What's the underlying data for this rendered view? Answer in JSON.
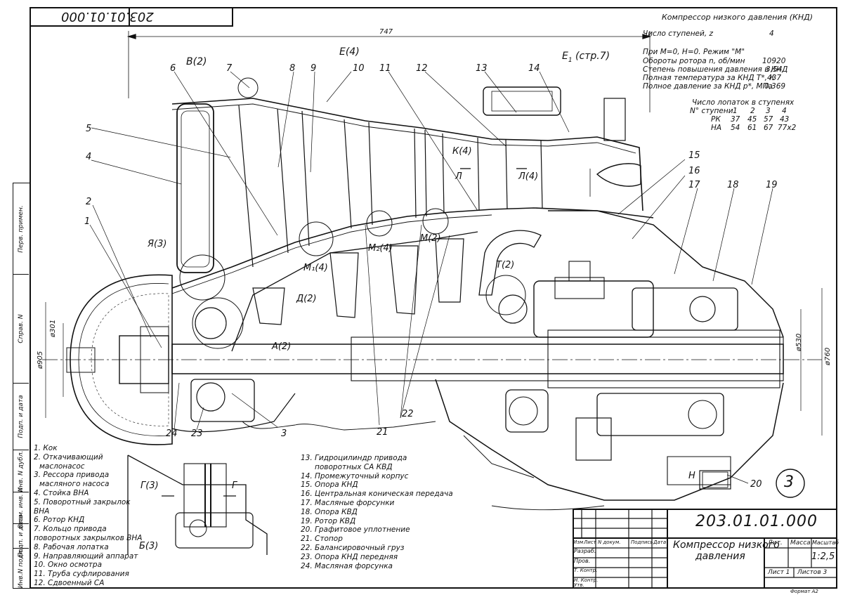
{
  "drawing_code_rotated": "203.01.01.000",
  "dimensions": {
    "length": "747",
    "d301": "ø301",
    "d905": "ø905",
    "d530": "ø530",
    "d760": "ø760"
  },
  "views": {
    "e4": "Е(4)",
    "e1": "Е",
    "e1_sub": "1",
    "e1_ref": "(стр.7)",
    "v2": "В(2)",
    "ya3": "Я(3)",
    "d2": "Д(2)",
    "a2": "А(2)",
    "k4": "К(4)",
    "l": "Л",
    "l4": "Л(4)",
    "m1_4": "М₁(4)",
    "m2_4": "М₂(4)",
    "m2": "М(2)",
    "t2": "Т(2)",
    "g3": "Г(3)",
    "g": "Г",
    "b3": "Б(3)",
    "n": "Н"
  },
  "callouts": [
    "1",
    "2",
    "3",
    "4",
    "5",
    "6",
    "7",
    "8",
    "9",
    "10",
    "11",
    "12",
    "13",
    "14",
    "15",
    "16",
    "17",
    "18",
    "19",
    "20",
    "21",
    "22",
    "23",
    "24"
  ],
  "sheet_number": "3",
  "specs": {
    "heading": "Компрессор низкого давления (КНД)",
    "stages_label": "Число ступеней, z",
    "stages_value": "4",
    "mode": "При М=0, Н=0. Режим \"М\"",
    "rows": [
      {
        "label": "Обороты ротора n, об/мин",
        "value": "10920"
      },
      {
        "label": "Степень повышения давления в КНД",
        "value": "3,54"
      },
      {
        "label": "Полная температура за КНД Т*, К",
        "value": "437"
      },
      {
        "label": "Полное давление за КНД   p*, МПа",
        "value": "0,369"
      }
    ],
    "blade_heading": "Число лопаток в ступенях",
    "blade_header": [
      "N° ступени",
      "1",
      "2",
      "3",
      "4"
    ],
    "blade_rk": [
      "РК",
      "37",
      "45",
      "57",
      "43"
    ],
    "blade_na": [
      "НА",
      "54",
      "61",
      "67",
      "77х2"
    ]
  },
  "legend_left": [
    "1. Кок",
    "2. Откачивающий",
    "маслонасос",
    "3. Рессора привода",
    "масляного насоса",
    "4. Стойка ВНА",
    "5. Поворотный закрылок",
    "ВНА",
    "6. Ротор КНД",
    "7. Кольцо привода",
    "поворотных закрылков ВНА",
    "8. Рабочая лопатка",
    "9. Направляющий аппарат",
    "10. Окно осмотра",
    "11. Труба суфлирования",
    "12. Сдвоенный СА"
  ],
  "legend_right": [
    "13. Гидроцилиндр привода",
    "поворотных СА КВД",
    "14. Промежуточный корпус",
    "15. Опора КНД",
    "16. Центральная коническая передача",
    "17. Масляные форсунки",
    "18. Опора КВД",
    "19. Ротор КВД",
    "20. Графитовое уплотнение",
    "21. Стопор",
    "22. Балансировочный груз",
    "23. Опора КНД передняя",
    "24. Масляная форсунка"
  ],
  "side_strip": [
    "Перв. примен.",
    "Справ. N",
    "Подп. и дата",
    "Инв. N дубл.",
    "Взам. инв. N",
    "Подп. и дата",
    "Инв.N подл."
  ],
  "title_block": {
    "code": "203.01.01.000",
    "name_line1": "Компрессор низкого",
    "name_line2": "давления",
    "col_headers": [
      "Изм",
      "Лист",
      "N докум.",
      "Подпись",
      "Дата"
    ],
    "roles": [
      "Разраб.",
      "Пров.",
      "Т. Контр.",
      "",
      "Н. Контр.",
      "Утв."
    ],
    "lit": "Лит.",
    "mass": "Масса",
    "scale_label": "Масштаб",
    "scale": "1:2,5",
    "sheet": "Лист 1",
    "sheets": "Листов 3"
  },
  "format": "Формат А2"
}
